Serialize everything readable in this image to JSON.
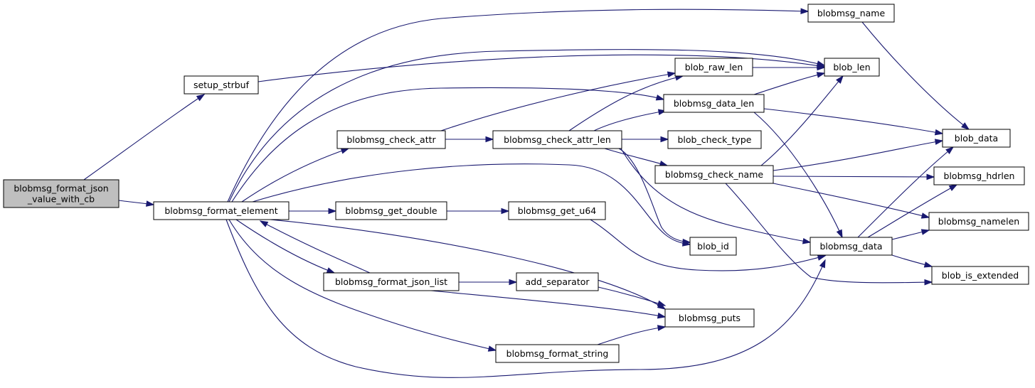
{
  "diagram": {
    "nodes": {
      "root": {
        "lines": [
          "blobmsg_format_json",
          "_value_with_cb"
        ]
      },
      "setup_strbuf": {
        "lines": [
          "setup_strbuf"
        ]
      },
      "format_element": {
        "lines": [
          "blobmsg_format_element"
        ]
      },
      "check_attr": {
        "lines": [
          "blobmsg_check_attr"
        ]
      },
      "get_double": {
        "lines": [
          "blobmsg_get_double"
        ]
      },
      "format_json_list": {
        "lines": [
          "blobmsg_format_json_list"
        ]
      },
      "blobmsg_name": {
        "lines": [
          "blobmsg_name"
        ]
      },
      "blob_raw_len": {
        "lines": [
          "blob_raw_len"
        ]
      },
      "blobmsg_data_len": {
        "lines": [
          "blobmsg_data_len"
        ]
      },
      "check_attr_len": {
        "lines": [
          "blobmsg_check_attr_len"
        ]
      },
      "get_u64": {
        "lines": [
          "blobmsg_get_u64"
        ]
      },
      "add_separator": {
        "lines": [
          "add_separator"
        ]
      },
      "format_string": {
        "lines": [
          "blobmsg_format_string"
        ]
      },
      "blob_len": {
        "lines": [
          "blob_len"
        ]
      },
      "blob_check_type": {
        "lines": [
          "blob_check_type"
        ]
      },
      "check_name": {
        "lines": [
          "blobmsg_check_name"
        ]
      },
      "blob_id": {
        "lines": [
          "blob_id"
        ]
      },
      "blobmsg_puts": {
        "lines": [
          "blobmsg_puts"
        ]
      },
      "blobmsg_data": {
        "lines": [
          "blobmsg_data"
        ]
      },
      "blob_data": {
        "lines": [
          "blob_data"
        ]
      },
      "hdrlen": {
        "lines": [
          "blobmsg_hdrlen"
        ]
      },
      "namelen": {
        "lines": [
          "blobmsg_namelen"
        ]
      },
      "is_extended": {
        "lines": [
          "blob_is_extended"
        ]
      }
    },
    "edges": [
      [
        "root",
        "setup_strbuf"
      ],
      [
        "root",
        "format_element"
      ],
      [
        "setup_strbuf",
        "blob_len"
      ],
      [
        "format_element",
        "blobmsg_name"
      ],
      [
        "format_element",
        "blob_len"
      ],
      [
        "format_element",
        "blobmsg_data_len"
      ],
      [
        "format_element",
        "check_attr"
      ],
      [
        "format_element",
        "blob_id"
      ],
      [
        "format_element",
        "get_double"
      ],
      [
        "format_element",
        "format_json_list"
      ],
      [
        "format_element",
        "blobmsg_puts"
      ],
      [
        "format_element",
        "format_string"
      ],
      [
        "format_element",
        "blobmsg_data"
      ],
      [
        "format_json_list",
        "format_element"
      ],
      [
        "format_json_list",
        "add_separator"
      ],
      [
        "format_json_list",
        "blobmsg_puts"
      ],
      [
        "check_attr",
        "check_attr_len"
      ],
      [
        "check_attr",
        "blob_raw_len"
      ],
      [
        "check_attr_len",
        "blob_raw_len"
      ],
      [
        "check_attr_len",
        "blobmsg_data_len"
      ],
      [
        "check_attr_len",
        "blob_check_type"
      ],
      [
        "check_attr_len",
        "check_name"
      ],
      [
        "check_attr_len",
        "blob_id"
      ],
      [
        "check_attr_len",
        "blobmsg_data"
      ],
      [
        "get_double",
        "get_u64"
      ],
      [
        "get_u64",
        "blobmsg_data"
      ],
      [
        "add_separator",
        "blobmsg_puts"
      ],
      [
        "format_string",
        "blobmsg_puts"
      ],
      [
        "blob_raw_len",
        "blob_len"
      ],
      [
        "blobmsg_data_len",
        "blob_len"
      ],
      [
        "blobmsg_data_len",
        "blob_data"
      ],
      [
        "blobmsg_data_len",
        "blobmsg_data"
      ],
      [
        "check_name",
        "blob_len"
      ],
      [
        "check_name",
        "blob_data"
      ],
      [
        "check_name",
        "hdrlen"
      ],
      [
        "check_name",
        "namelen"
      ],
      [
        "check_name",
        "is_extended"
      ],
      [
        "blobmsg_name",
        "blob_data"
      ],
      [
        "blobmsg_data",
        "blob_data"
      ],
      [
        "blobmsg_data",
        "hdrlen"
      ],
      [
        "blobmsg_data",
        "namelen"
      ],
      [
        "blobmsg_data",
        "is_extended"
      ]
    ],
    "colors": {
      "edge": "#191970",
      "node_border": "#000000",
      "node_fill": "#ffffff",
      "root_fill": "#bfbfbf"
    }
  }
}
